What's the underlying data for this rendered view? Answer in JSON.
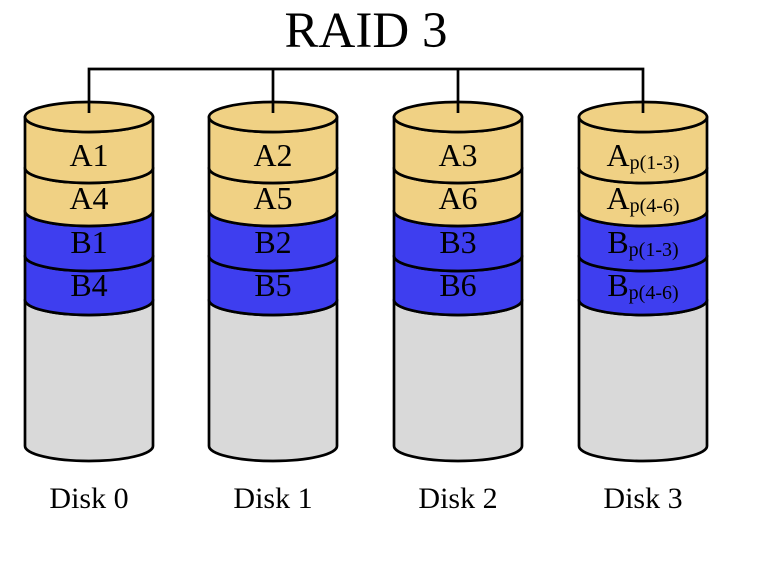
{
  "title": "RAID 3",
  "disks": [
    {
      "name": "Disk 0",
      "blocks": [
        {
          "main": "A1",
          "sub": ""
        },
        {
          "main": "A4",
          "sub": ""
        },
        {
          "main": "B1",
          "sub": ""
        },
        {
          "main": "B4",
          "sub": ""
        }
      ]
    },
    {
      "name": "Disk 1",
      "blocks": [
        {
          "main": "A2",
          "sub": ""
        },
        {
          "main": "A5",
          "sub": ""
        },
        {
          "main": "B2",
          "sub": ""
        },
        {
          "main": "B5",
          "sub": ""
        }
      ]
    },
    {
      "name": "Disk 2",
      "blocks": [
        {
          "main": "A3",
          "sub": ""
        },
        {
          "main": "A6",
          "sub": ""
        },
        {
          "main": "B3",
          "sub": ""
        },
        {
          "main": "B6",
          "sub": ""
        }
      ]
    },
    {
      "name": "Disk 3",
      "blocks": [
        {
          "main": "A",
          "sub": "p(1-3)"
        },
        {
          "main": "A",
          "sub": "p(4-6)"
        },
        {
          "main": "B",
          "sub": "p(1-3)"
        },
        {
          "main": "B",
          "sub": "p(4-6)"
        }
      ]
    }
  ],
  "colors": {
    "stripe_a": "#F0D184",
    "stripe_b": "#3E3EEF",
    "platter_body": "#D9D9D9",
    "outline": "#000000",
    "background": "#FFFFFF"
  }
}
